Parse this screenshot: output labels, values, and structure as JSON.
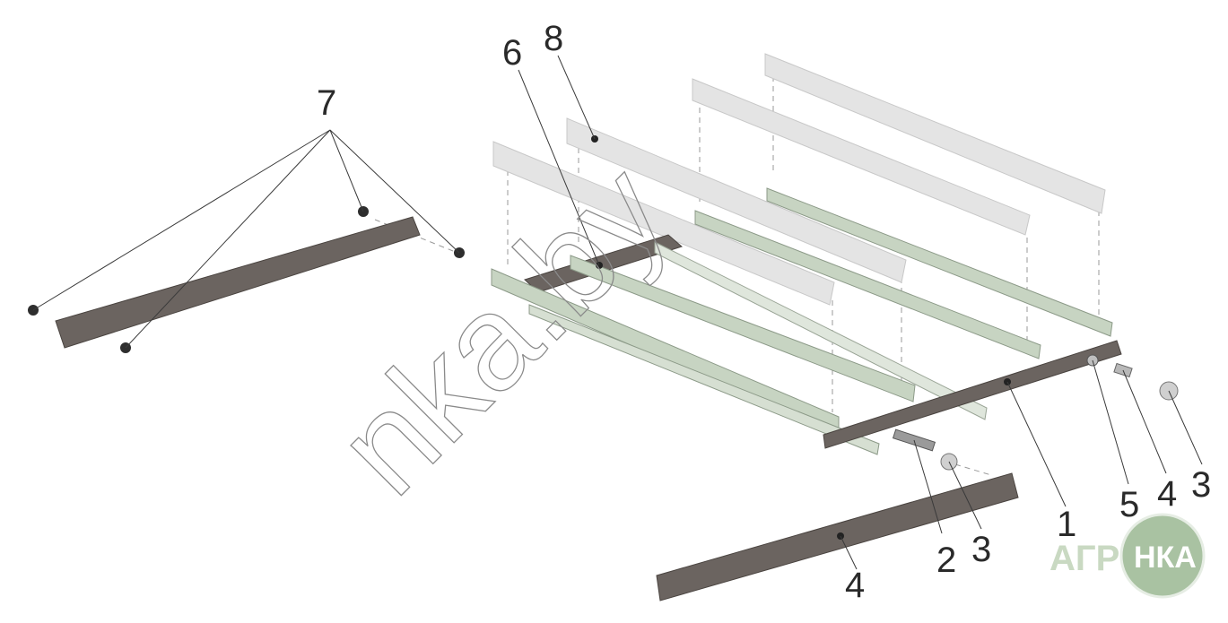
{
  "diagram": {
    "callouts": [
      {
        "id": "c7",
        "text": "7"
      },
      {
        "id": "c6",
        "text": "6"
      },
      {
        "id": "c8",
        "text": "8"
      },
      {
        "id": "c1",
        "text": "1"
      },
      {
        "id": "c2",
        "text": "2"
      },
      {
        "id": "c3a",
        "text": "3"
      },
      {
        "id": "c3b",
        "text": "3"
      },
      {
        "id": "c4a",
        "text": "4"
      },
      {
        "id": "c4b",
        "text": "4"
      },
      {
        "id": "c5",
        "text": "5"
      }
    ]
  },
  "watermark": {
    "text": "nka.by"
  },
  "logo": {
    "left": "АГРО",
    "right": "НКА"
  },
  "colors": {
    "dark_rail": "#6b6460",
    "green_rail": "#c4d2c0",
    "light_rail": "#e8e8e8",
    "logo_green": "#a9c2a2"
  }
}
